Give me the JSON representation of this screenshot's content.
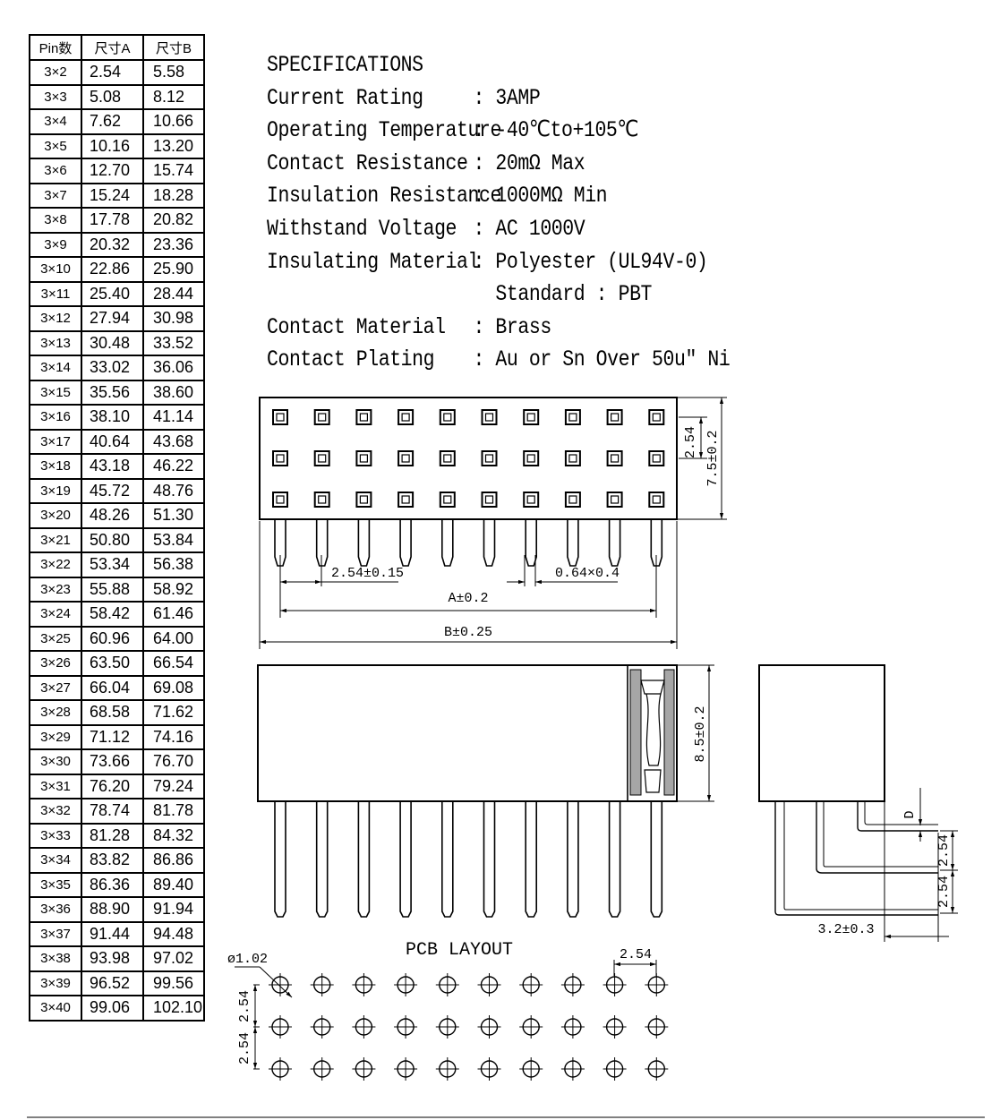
{
  "table": {
    "headers": [
      "Pin数",
      "尺寸A",
      "尺寸B"
    ],
    "rows": [
      [
        "3×2",
        "2.54",
        "5.58"
      ],
      [
        "3×3",
        "5.08",
        "8.12"
      ],
      [
        "3×4",
        "7.62",
        "10.66"
      ],
      [
        "3×5",
        "10.16",
        "13.20"
      ],
      [
        "3×6",
        "12.70",
        "15.74"
      ],
      [
        "3×7",
        "15.24",
        "18.28"
      ],
      [
        "3×8",
        "17.78",
        "20.82"
      ],
      [
        "3×9",
        "20.32",
        "23.36"
      ],
      [
        "3×10",
        "22.86",
        "25.90"
      ],
      [
        "3×11",
        "25.40",
        "28.44"
      ],
      [
        "3×12",
        "27.94",
        "30.98"
      ],
      [
        "3×13",
        "30.48",
        "33.52"
      ],
      [
        "3×14",
        "33.02",
        "36.06"
      ],
      [
        "3×15",
        "35.56",
        "38.60"
      ],
      [
        "3×16",
        "38.10",
        "41.14"
      ],
      [
        "3×17",
        "40.64",
        "43.68"
      ],
      [
        "3×18",
        "43.18",
        "46.22"
      ],
      [
        "3×19",
        "45.72",
        "48.76"
      ],
      [
        "3×20",
        "48.26",
        "51.30"
      ],
      [
        "3×21",
        "50.80",
        "53.84"
      ],
      [
        "3×22",
        "53.34",
        "56.38"
      ],
      [
        "3×23",
        "55.88",
        "58.92"
      ],
      [
        "3×24",
        "58.42",
        "61.46"
      ],
      [
        "3×25",
        "60.96",
        "64.00"
      ],
      [
        "3×26",
        "63.50",
        "66.54"
      ],
      [
        "3×27",
        "66.04",
        "69.08"
      ],
      [
        "3×28",
        "68.58",
        "71.62"
      ],
      [
        "3×29",
        "71.12",
        "74.16"
      ],
      [
        "3×30",
        "73.66",
        "76.70"
      ],
      [
        "3×31",
        "76.20",
        "79.24"
      ],
      [
        "3×32",
        "78.74",
        "81.78"
      ],
      [
        "3×33",
        "81.28",
        "84.32"
      ],
      [
        "3×34",
        "83.82",
        "86.86"
      ],
      [
        "3×35",
        "86.36",
        "89.40"
      ],
      [
        "3×36",
        "88.90",
        "91.94"
      ],
      [
        "3×37",
        "91.44",
        "94.48"
      ],
      [
        "3×38",
        "93.98",
        "97.02"
      ],
      [
        "3×39",
        "96.52",
        "99.56"
      ],
      [
        "3×40",
        "99.06",
        "102.10"
      ]
    ]
  },
  "specs": {
    "title": "SPECIFICATIONS",
    "items": [
      {
        "label": "Current Rating",
        "value": ": 3AMP"
      },
      {
        "label": "Operating Temperature",
        "value": ": -40℃to+105℃"
      },
      {
        "label": "Contact Resistance",
        "value": ": 20mΩ Max"
      },
      {
        "label": "Insulation Resistance",
        "value": ": 1000MΩ Min"
      },
      {
        "label": "Withstand Voltage",
        "value": ": AC 1000V"
      },
      {
        "label": "Insulating Material",
        "value": ": Polyester (UL94V-0)"
      },
      {
        "label": "",
        "value": "  Standard : PBT"
      },
      {
        "label": "Contact Material",
        "value": ": Brass"
      },
      {
        "label": "Contact Plating",
        "value": ": Au or Sn Over 50u″ Ni"
      }
    ]
  },
  "dimensions": {
    "pitch": "2.54±0.15",
    "pin_size": "0.64×0.4",
    "dim_a": "A±0.2",
    "dim_b": "B±0.25",
    "row_pitch": "2.54",
    "top_height": "7.5±0.2",
    "body_height": "8.5±0.2",
    "side_d": "D",
    "side_pitch_1": "2.54",
    "side_pitch_2": "2.54",
    "side_width": "3.2±0.3"
  },
  "pcb": {
    "title": "PCB LAYOUT",
    "hole_dia": "ø1.02",
    "h_pitch": "2.54",
    "v_pitch_1": "2.54",
    "v_pitch_2": "2.54"
  }
}
